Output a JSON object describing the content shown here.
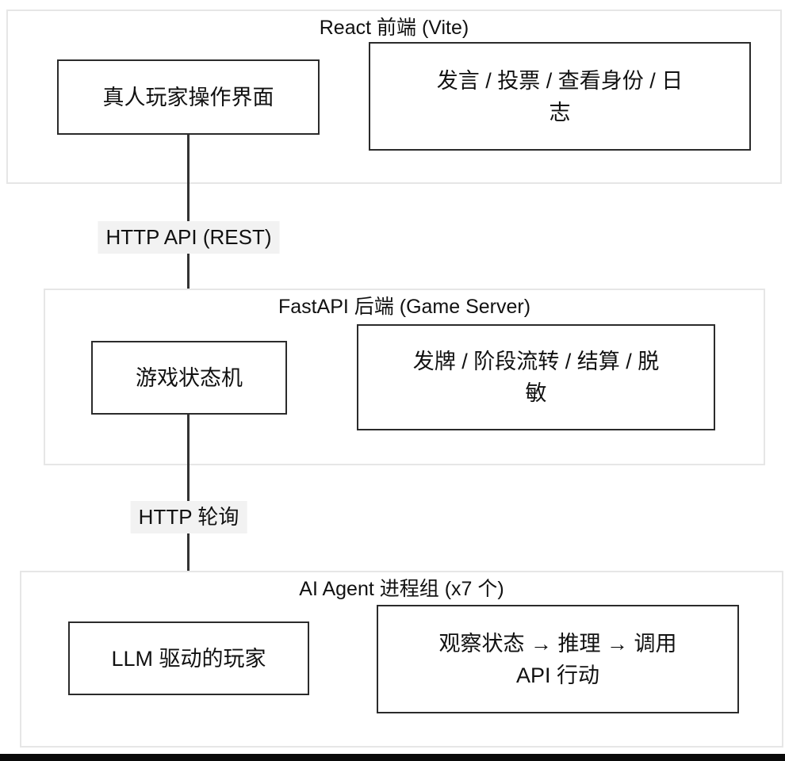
{
  "diagram": {
    "sections": [
      {
        "title": "React 前端 (Vite)",
        "nodes": [
          {
            "name": "human-player-ui",
            "lines": [
              "真人玩家操作界面"
            ]
          },
          {
            "name": "frontend-actions",
            "lines": [
              "发言 / 投票 / 查看身份 / 日",
              "志"
            ]
          }
        ]
      },
      {
        "title": "FastAPI 后端 (Game Server)",
        "nodes": [
          {
            "name": "game-state-machine",
            "lines": [
              "游戏状态机"
            ]
          },
          {
            "name": "backend-actions",
            "lines": [
              "发牌 / 阶段流转 / 结算 / 脱",
              "敏"
            ]
          }
        ]
      },
      {
        "title": "AI Agent 进程组 (x7 个)",
        "nodes": [
          {
            "name": "llm-driven-player",
            "lines": [
              "LLM 驱动的玩家"
            ]
          },
          {
            "name": "agent-loop",
            "lines": [
              "观察状态 → 推理 → 调用",
              "API 行动"
            ]
          }
        ]
      }
    ],
    "edges": [
      {
        "label": "HTTP API (REST)"
      },
      {
        "label": "HTTP 轮询"
      }
    ],
    "colors": {
      "node_border": "#2b2b2b",
      "section_border": "#e6e6e6",
      "edge_line": "#333333",
      "edge_label_bg": "#f2f2f2",
      "text": "#111111",
      "bottom_bar": "#0a0a0a",
      "background": "#ffffff"
    }
  }
}
